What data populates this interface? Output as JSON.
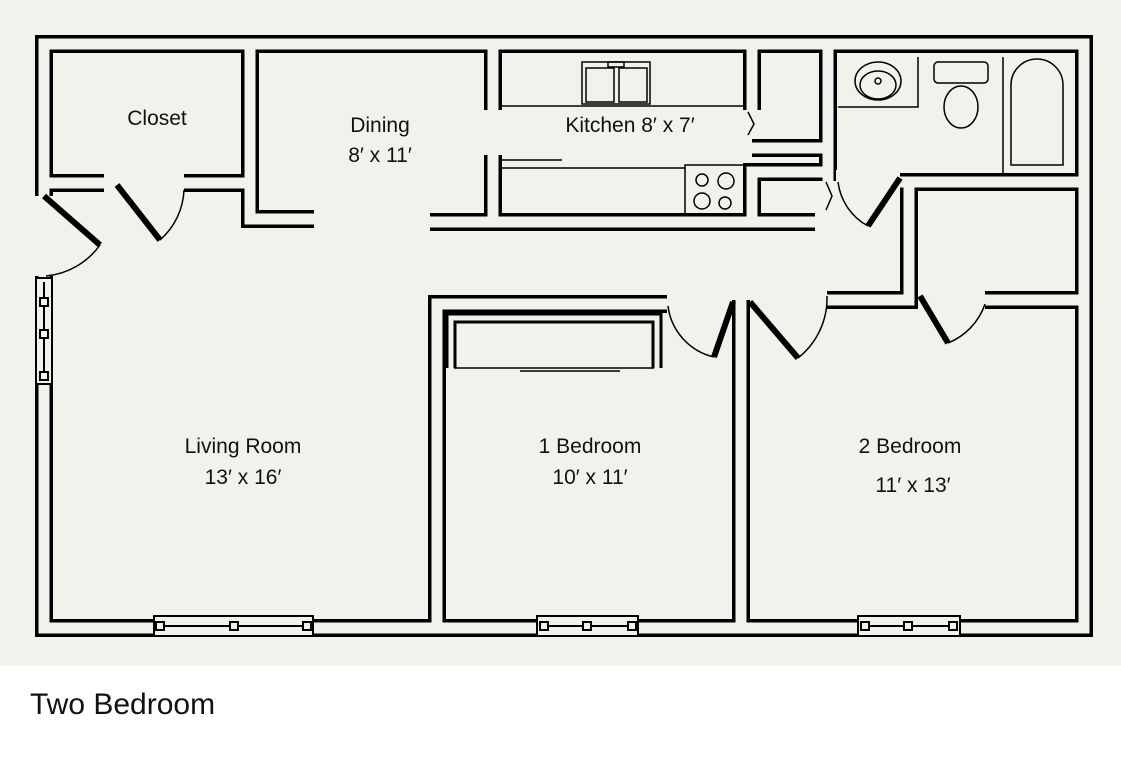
{
  "plan": {
    "title": "Two Bedroom",
    "colors": {
      "background": "#f2f1ec",
      "walls": "#000000"
    },
    "rooms": [
      {
        "name": "Closet",
        "size": ""
      },
      {
        "name": "Dining",
        "size": "8′ x 11′"
      },
      {
        "name": "Kitchen 8′ x 7′",
        "size": ""
      },
      {
        "name": "Living Room",
        "size": "13′ x 16′"
      },
      {
        "name": "1 Bedroom",
        "size": "10′ x 11′"
      },
      {
        "name": "2 Bedroom",
        "size": "11′ x 13′"
      }
    ]
  }
}
